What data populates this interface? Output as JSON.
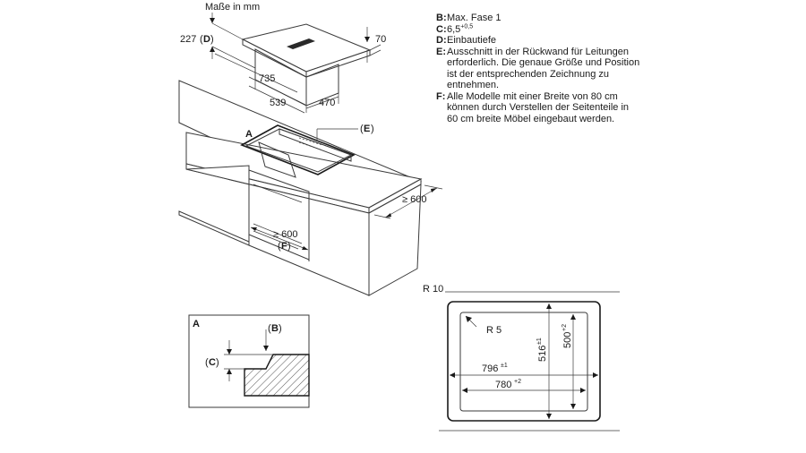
{
  "title": "Maße in mm",
  "legend": [
    {
      "key": "B:",
      "text": "Max. Fase 1"
    },
    {
      "key": "C:",
      "text": "6,5",
      "sup": "+0,5"
    },
    {
      "key": "D:",
      "text": "Einbautiefe"
    },
    {
      "key": "E:",
      "text": "Ausschnitt in der Rückwand für Leitungen erforderlich. Die genaue Größe und Position ist der entsprechenden Zeichnung zu entnehmen."
    },
    {
      "key": "F:",
      "text": "Alle Modelle mit einer Breite von 80 cm können durch Verstellen der Seitenteile in 60 cm breite Möbel eingebaut werden."
    }
  ],
  "dims": {
    "d_depth": "227",
    "d_ref": "D",
    "h70": "70",
    "w735": "735",
    "w539": "539",
    "w470": "470",
    "e_ref": "E",
    "a_mark": "A",
    "ge600_right": "≥ 600",
    "ge600_cab": "≥ 600",
    "f_ref": "F",
    "detail_a": "A",
    "detail_b": "B",
    "detail_c": "C",
    "r10": "R 10",
    "r5": "R 5",
    "w796": "796",
    "w796_tol": "±1",
    "w780": "780",
    "w780_tol": "+2",
    "h516": "516",
    "h516_tol": "±1",
    "h500": "500",
    "h500_tol": "+2"
  },
  "colors": {
    "line": "#3a3a3a",
    "hatch": "#555555"
  }
}
